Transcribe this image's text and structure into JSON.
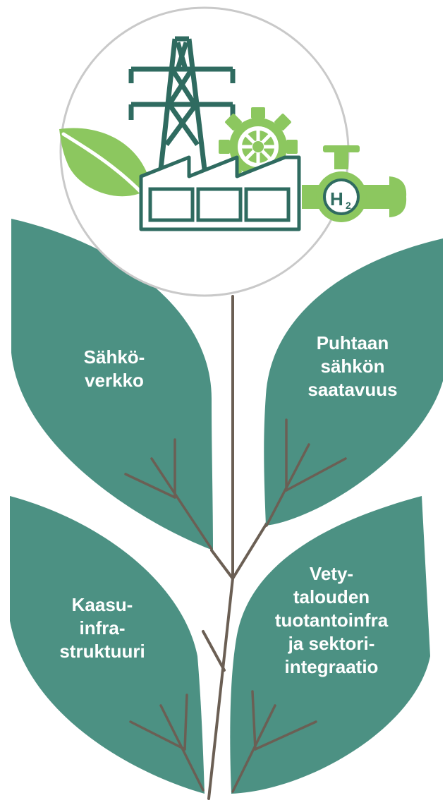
{
  "colors": {
    "leaf": "#4c9183",
    "stem": "#6b5f54",
    "icon_dark": "#2f6b60",
    "icon_green": "#8cc75f",
    "circle_outline": "#c9c9c9"
  },
  "icon": {
    "h2_symbol": "H",
    "h2_subscript": "2"
  },
  "leaves": [
    {
      "id": "top-left",
      "lines": [
        "Sähkö-",
        "verkko"
      ]
    },
    {
      "id": "top-right",
      "lines": [
        "Puhtaan",
        "sähkön",
        "saatavuus"
      ]
    },
    {
      "id": "bottom-left",
      "lines": [
        "Kaasu-",
        "infra-",
        "struktuuri"
      ]
    },
    {
      "id": "bottom-right",
      "lines": [
        "Vety-",
        "talouden",
        "tuotantoinfra",
        "ja sektori-",
        "integraatio"
      ]
    }
  ]
}
